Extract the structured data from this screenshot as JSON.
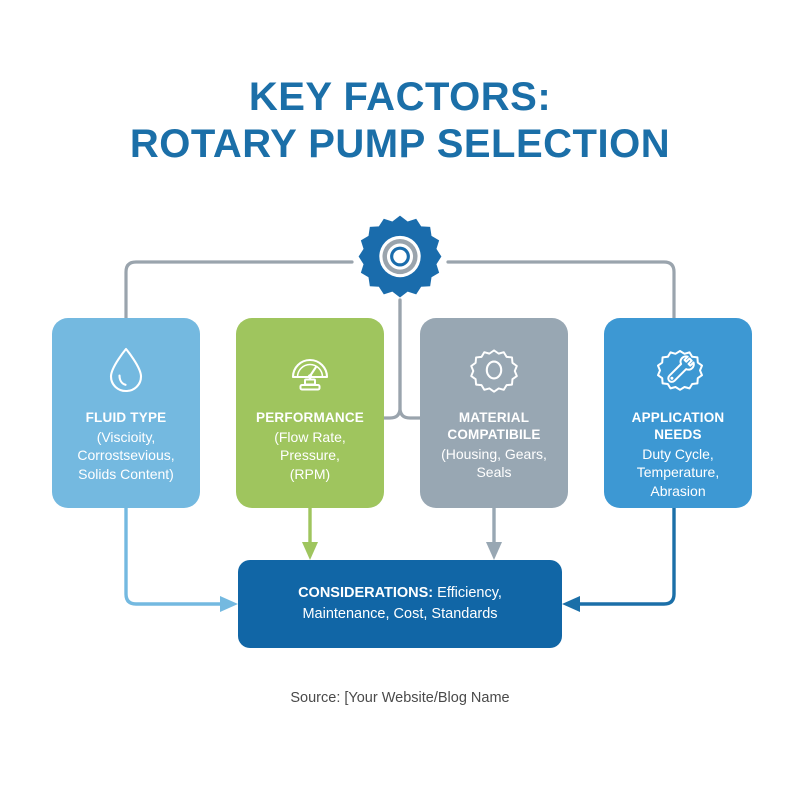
{
  "title": {
    "line1": "KEY FACTORS:",
    "line2": "ROTARY PUMP SELECTION"
  },
  "hub": {
    "icon": "gear-icon"
  },
  "cards": [
    {
      "id": "fluid-type",
      "icon": "water-drop-icon",
      "title": "FLUID TYPE",
      "subtitle": "(Viscioity, Corrostsevious, Solids Content)",
      "subtitle_lines": [
        "(Viscioity,",
        "Corrostsevious,",
        "Solids Content)"
      ],
      "color": "#74b9e0"
    },
    {
      "id": "performance",
      "icon": "gauge-icon",
      "title": "PERFORMANCE",
      "subtitle": "(Flow Rate, Pressure, (RPM)",
      "subtitle_lines": [
        "(Flow Rate,",
        "Pressure,",
        "(RPM)"
      ],
      "color": "#9fc55e"
    },
    {
      "id": "material-compatibile",
      "icon": "cog-icon",
      "title": "MATERIAL COMPATIBILE",
      "title_lines": [
        "MATERIAL",
        "COMPATIBILE"
      ],
      "subtitle": "(Housing, Gears, Seals",
      "subtitle_lines": [
        "(Housing, Gears,",
        "Seals"
      ],
      "color": "#98a7b3"
    },
    {
      "id": "application-needs",
      "icon": "gear-wrench-icon",
      "title": "APPLICATION NEEDS",
      "subtitle": "Duty Cycle, Temperature, Abrasion",
      "subtitle_lines": [
        "Duty Cycle,",
        "Temperature,",
        "Abrasion"
      ],
      "color": "#3d98d3"
    }
  ],
  "considerations": {
    "label": "CONSIDERATIONS:",
    "items": "Efficiency, Maintenance, Cost, Standards",
    "color": "#1166a6"
  },
  "source": {
    "text": "Source: [Your Website/Blog Name"
  },
  "colors": {
    "title_blue": "#1b6fa8",
    "hub_blue": "#1a6cac",
    "connector_gray": "#9aa4ad",
    "arrow_light_blue": "#74b9e0",
    "arrow_green": "#9fc55e",
    "arrow_gray": "#98a7b3",
    "arrow_dark_blue": "#1b6fa8",
    "background": "#ffffff"
  }
}
